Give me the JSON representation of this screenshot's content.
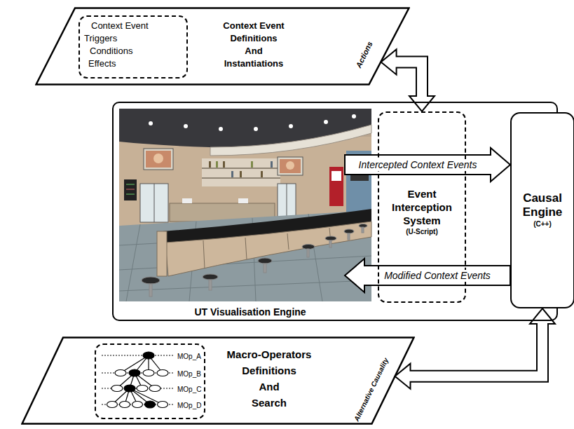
{
  "diagram": {
    "nodes": [
      {
        "text": [
          "Context Event Definitions And Instantiations",
          "Actions"
        ]
      },
      {
        "text": [
          "Context Event",
          "Triggers",
          "Conditions",
          "Effects"
        ],
        "in": 0
      },
      {
        "text": [
          "UT Visualisation Engine"
        ]
      },
      {
        "text": [
          "Event Interception System",
          "(U-Script)"
        ],
        "in": 2
      },
      {
        "text": [
          "Causal Engine",
          "(C++)"
        ]
      },
      {
        "text": [
          "Macro-Operators Definitions And Search",
          "Alternative Causality"
        ]
      },
      {
        "text": [
          "MOp_A",
          "MOp_B",
          "MOp_C",
          "MOp_D"
        ],
        "in": 5
      }
    ],
    "edges": [
      {
        "from": 0,
        "to": 3,
        "arrow": "both"
      },
      {
        "from": 3,
        "to": 4,
        "label": "Intercepted Context Events",
        "arrow": "to"
      },
      {
        "from": 4,
        "to": 3,
        "label": "Modified Context Events",
        "arrow": "to"
      },
      {
        "from": 5,
        "to": 4,
        "arrow": "both"
      }
    ]
  }
}
